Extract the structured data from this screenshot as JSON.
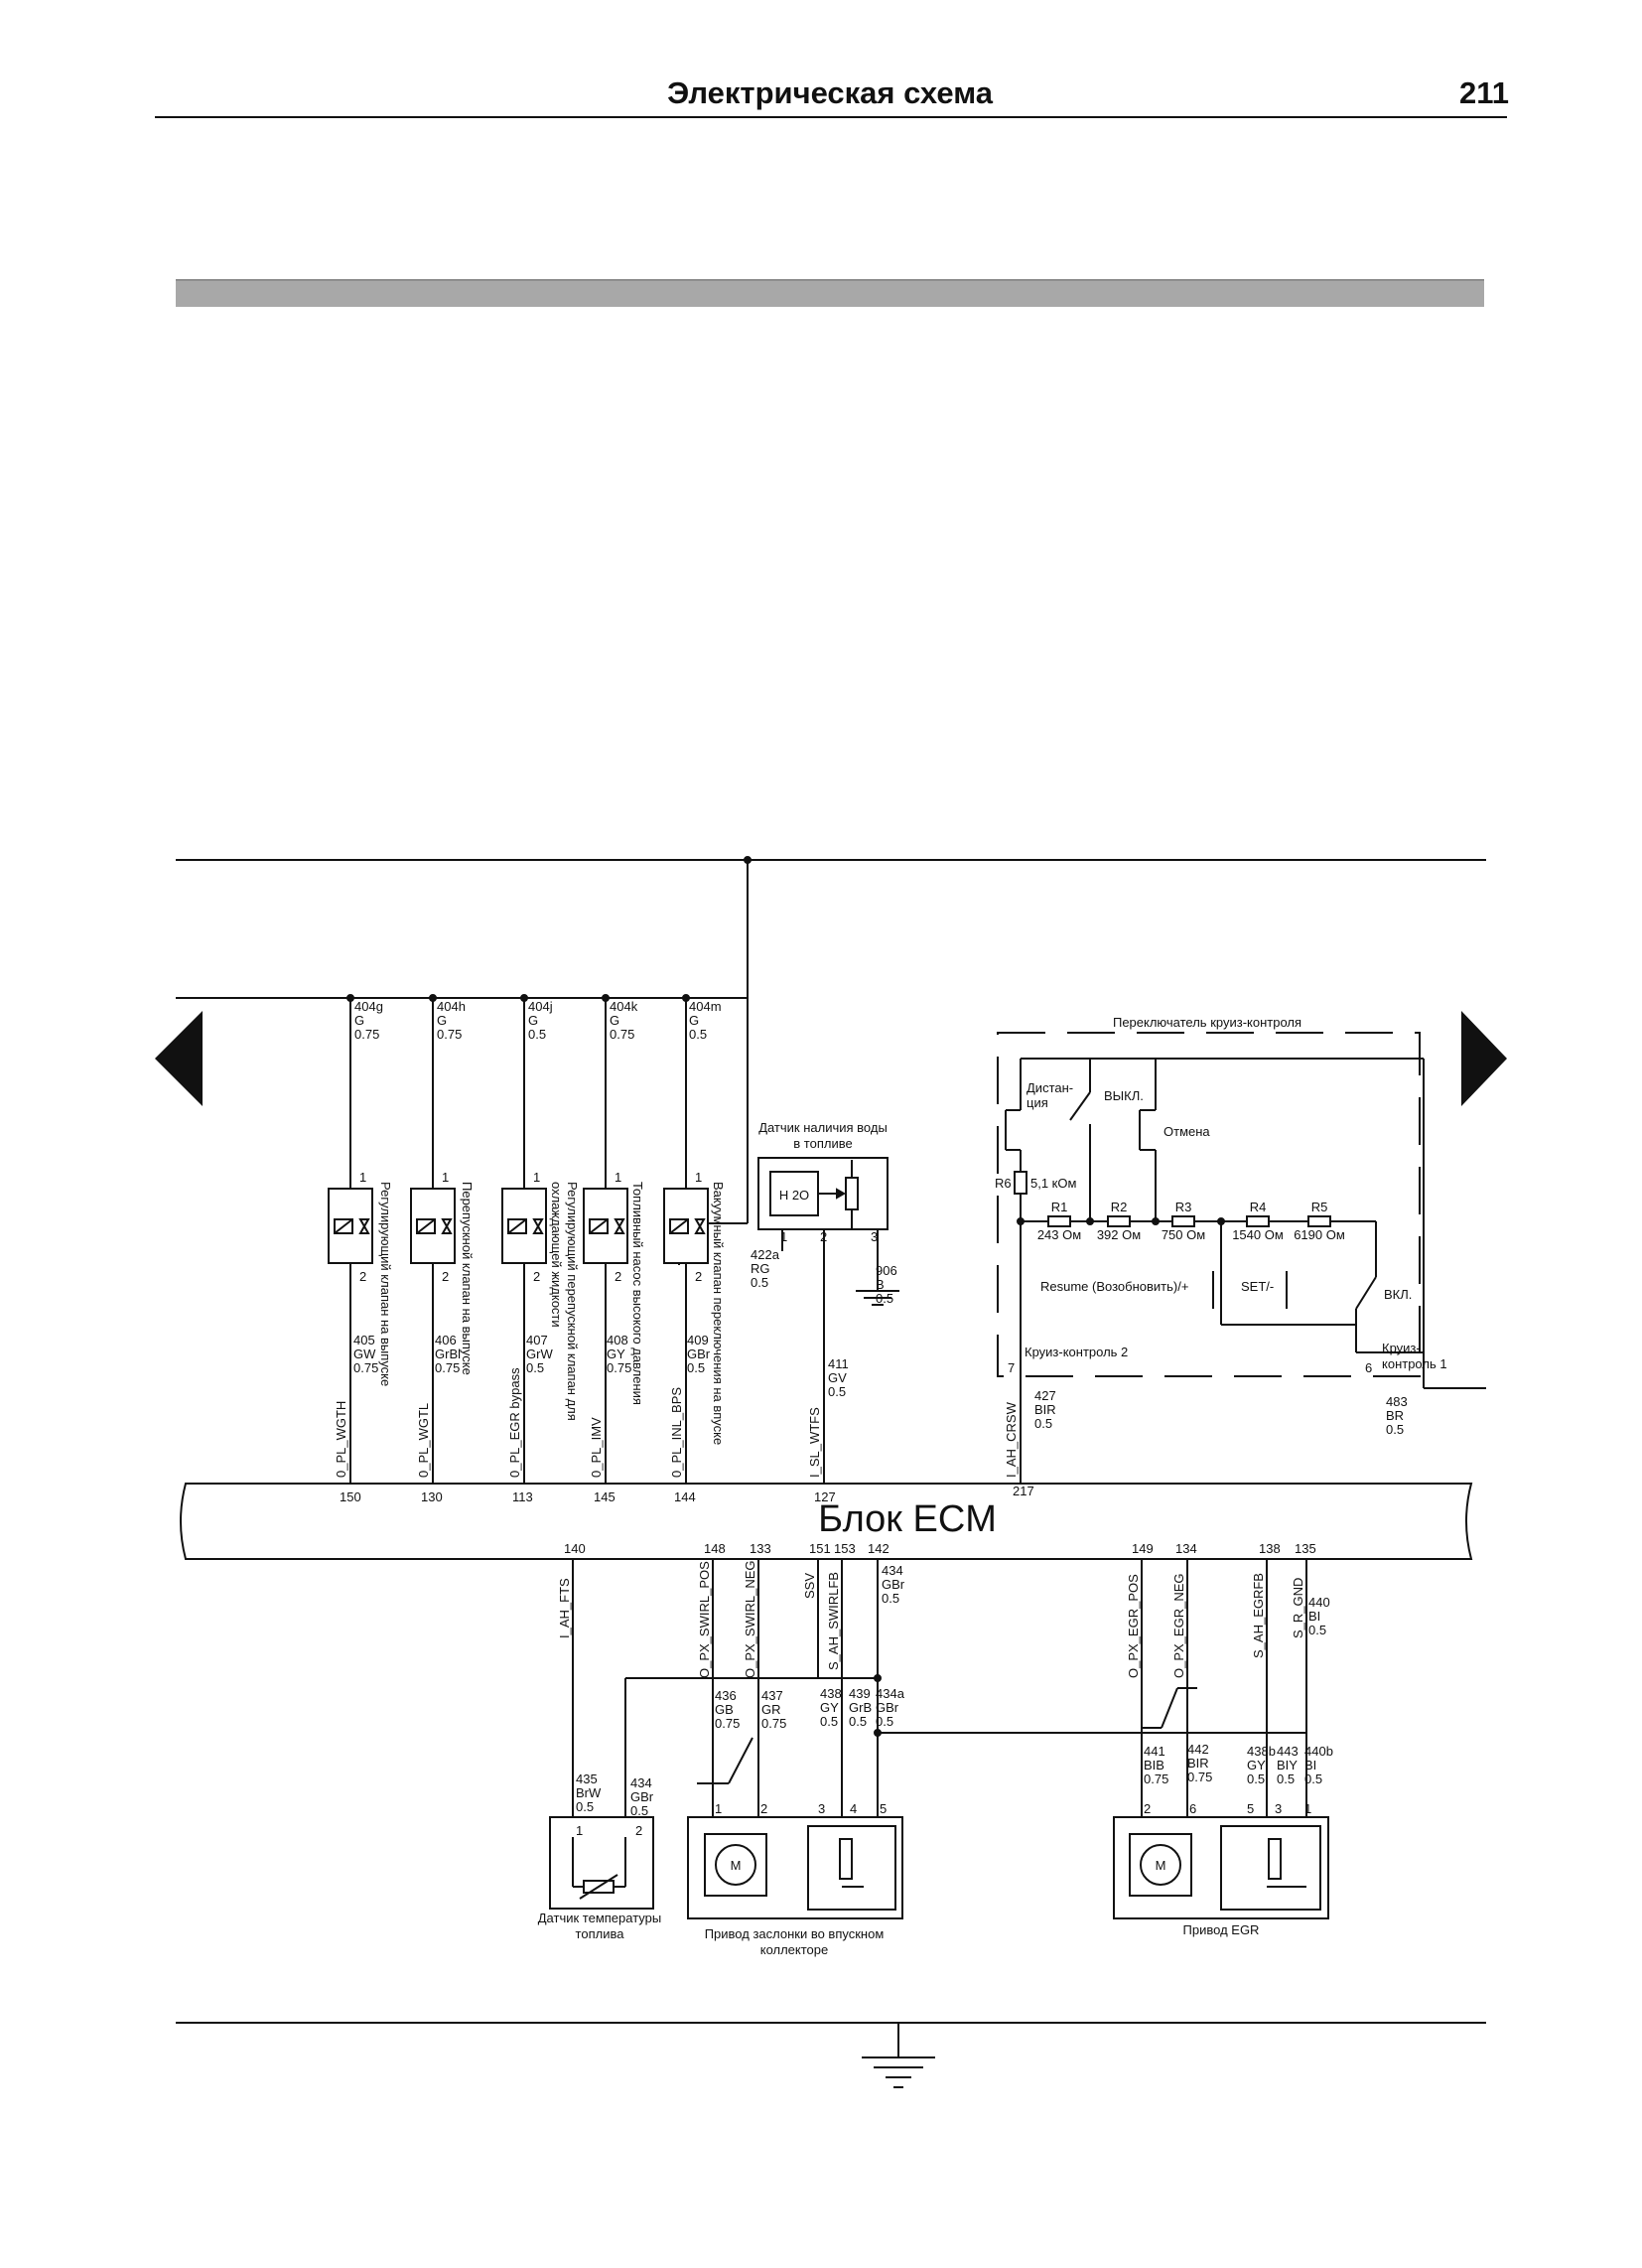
{
  "header": {
    "title": "Электрическая схема",
    "page_number": "211"
  },
  "ecm": {
    "label": "Блок ECM"
  },
  "top_components": [
    {
      "wire_in": [
        "404g",
        "G",
        "0.75"
      ],
      "desc": "Регулирующий клапан на выпуске",
      "pin_top": "1",
      "pin_bottom": "2",
      "wire_out": [
        "405",
        "GW",
        "0.75"
      ],
      "signal": "0_PL_WGTH",
      "ecm_pin": "150"
    },
    {
      "wire_in": [
        "404h",
        "G",
        "0.75"
      ],
      "desc": "Перепускной клапан на выпуске",
      "pin_top": "1",
      "pin_bottom": "2",
      "wire_out": [
        "406",
        "GrBl",
        "0.75"
      ],
      "signal": "0_PL_WGTL",
      "ecm_pin": "130"
    },
    {
      "wire_in": [
        "404j",
        "G",
        "0.5"
      ],
      "desc": "Регулирующий перепускной клапан для",
      "desc2": "охлаждающей жидкости",
      "pin_top": "1",
      "pin_bottom": "2",
      "wire_out": [
        "407",
        "GrW",
        "0.5"
      ],
      "signal": "0_PL_EGR bypass",
      "ecm_pin": "113"
    },
    {
      "wire_in": [
        "404k",
        "G",
        "0.75"
      ],
      "desc": "Топливный насос высокого давления",
      "pin_top": "1",
      "pin_bottom": "2",
      "wire_out": [
        "408",
        "GY",
        "0.75"
      ],
      "signal": "0_PL_IMV",
      "ecm_pin": "145"
    },
    {
      "wire_in": [
        "404m",
        "G",
        "0.5"
      ],
      "desc": "Вакуумный клапан переключения на впуске",
      "pin_top": "1",
      "pin_bottom": "2",
      "wire_out": [
        "409",
        "GBr",
        "0.5"
      ],
      "signal": "0_PL_INL_BPS",
      "ecm_pin": "144"
    }
  ],
  "water_sensor": {
    "title_line1": "Датчик наличия воды",
    "title_line2": "в топливе",
    "inner": "H 2O",
    "pins": [
      "1",
      "2",
      "3"
    ],
    "wire_left": [
      "422a",
      "RG",
      "0.5"
    ],
    "wire_mid": [
      "411",
      "GV",
      "0.5"
    ],
    "wire_right": [
      "906",
      "B",
      "0.5"
    ],
    "signal": "I_SL_WTFS",
    "ecm_pin": "127"
  },
  "cruise_switch": {
    "title": "Переключатель круиз-контроля",
    "dist_line1": "Дистан-",
    "dist_line2": "ция",
    "off": "ВЫКЛ.",
    "cancel": "Отмена",
    "r6": "R6",
    "r6_value": "5,1 кОм",
    "resistors": [
      {
        "name": "R1",
        "value": "243 Ом"
      },
      {
        "name": "R2",
        "value": "392 Ом"
      },
      {
        "name": "R3",
        "value": "750 Ом"
      },
      {
        "name": "R4",
        "value": "1540 Ом"
      },
      {
        "name": "R5",
        "value": "6190 Ом"
      }
    ],
    "resume": "Resume (Возобновить)/+",
    "set": "SET/-",
    "on": "ВКЛ.",
    "cc2_pin": "7",
    "cc2_label": "Круиз-контроль 2",
    "cc1_pin": "6",
    "cc1_line1": "Круиз-",
    "cc1_line2": "контроль 1",
    "wire_427": [
      "427",
      "BIR",
      "0.5"
    ],
    "wire_483": [
      "483",
      "BR",
      "0.5"
    ],
    "signal": "I_AH_CRSW",
    "ecm_pin": "217"
  },
  "bottom": {
    "pins": [
      "140",
      "148",
      "133",
      "151",
      "153",
      "142",
      "149",
      "134",
      "138",
      "135"
    ],
    "signals": {
      "fts": "I_AH_FTS",
      "swirl_pos": "O_PX_SWIRL_POS",
      "swirl_neg": "O_PX_SWIRL_NEG",
      "ssv": "SSV",
      "swirl_fb": "S_AH_SWIRLFB",
      "egr_pos": "O_PX_EGR_POS",
      "egr_neg": "O_PX_EGR_NEG",
      "egrfb": "S_AH_EGRFB",
      "s_r_gnd": "S_R_GND"
    },
    "wires": {
      "w434": [
        "434",
        "GBr",
        "0.5"
      ],
      "w440": [
        "440",
        "BI",
        "0.5"
      ],
      "w436": [
        "436",
        "GB",
        "0.75"
      ],
      "w437": [
        "437",
        "GR",
        "0.75"
      ],
      "w438": [
        "438",
        "GY",
        "0.5"
      ],
      "w439": [
        "439",
        "GrB",
        "0.5"
      ],
      "w434a": [
        "434a",
        "GBr",
        "0.5"
      ],
      "w441": [
        "441",
        "BIB",
        "0.75"
      ],
      "w442": [
        "442",
        "BIR",
        "0.75"
      ],
      "w438b": [
        "438b",
        "GY",
        "0.5"
      ],
      "w443": [
        "443",
        "BIY",
        "0.5"
      ],
      "w440b": [
        "440b",
        "BI",
        "0.5"
      ],
      "w435": [
        "435",
        "BrW",
        "0.5"
      ],
      "w434b": [
        "434",
        "GBr",
        "0.5"
      ]
    },
    "fuel_temp": {
      "pins": [
        "1",
        "2"
      ],
      "label1": "Датчик температуры",
      "label2": "топлива"
    },
    "swirl_actuator": {
      "pins": [
        "1",
        "2",
        "3",
        "4",
        "5"
      ],
      "motor": "M",
      "label1": "Привод заслонки во впускном",
      "label2": "коллекторе"
    },
    "egr_actuator": {
      "pins": [
        "2",
        "6",
        "5",
        "3",
        "1"
      ],
      "motor": "M",
      "label": "Привод EGR"
    }
  }
}
